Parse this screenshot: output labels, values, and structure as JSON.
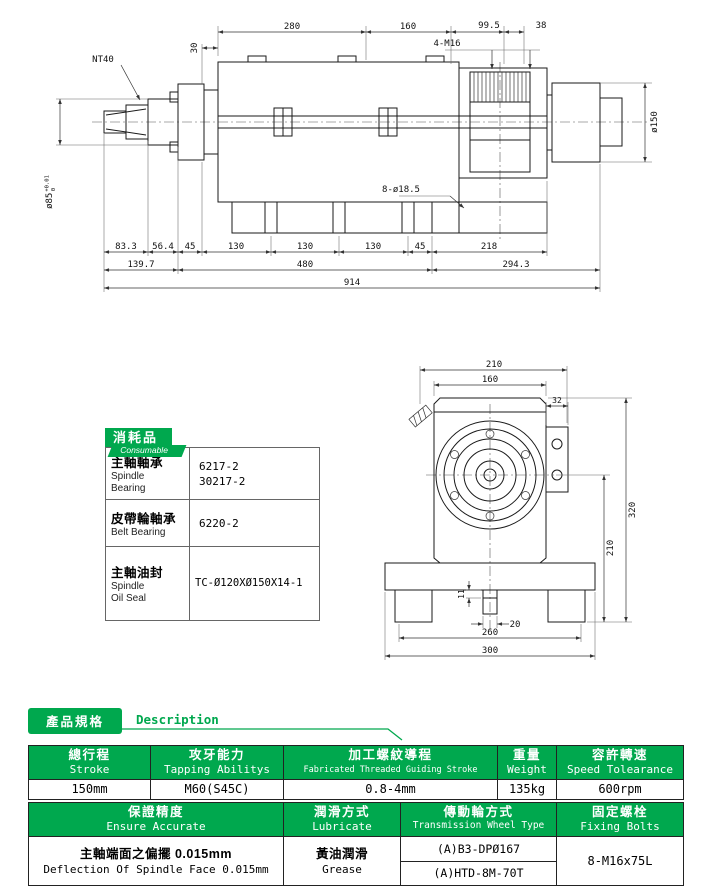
{
  "meta": {
    "accent_green": "#00a84e"
  },
  "side_view": {
    "nt40": "NT40",
    "d30": "30",
    "m16": "4-M16",
    "d85": "ø85",
    "d85_hi": "+0.01",
    "d85_lo": "0",
    "d150": "ø150",
    "holes": "8-ø18.5",
    "top": [
      "280",
      "160",
      "99.5",
      "38"
    ],
    "row1": [
      "83.3",
      "56.4",
      "45",
      "130",
      "130",
      "130",
      "45",
      "218"
    ],
    "row2": [
      "139.7",
      "480",
      "294.3"
    ],
    "total": "914"
  },
  "front_view": {
    "w210": "210",
    "w160": "160",
    "w32": "32",
    "h320": "320",
    "h210": "210",
    "h11": "11",
    "w20": "20",
    "w260": "260",
    "w300": "300"
  },
  "consumable": {
    "title": "消耗品",
    "subtitle": "Consumable",
    "rows": [
      {
        "zh": "主軸軸承",
        "en": "Spindle\nBearing",
        "val": "6217-2\n30217-2"
      },
      {
        "zh": "皮帶輪軸承",
        "en": "Belt Bearing",
        "val": "6220-2"
      },
      {
        "zh": "主軸油封",
        "en": "Spindle\nOil Seal",
        "val": "TC-Ø120XØ150X14-1"
      }
    ]
  },
  "spec": {
    "banner": "產品規格",
    "desc": "Description",
    "t1_headers": [
      {
        "zh": "總行程",
        "en": "Stroke"
      },
      {
        "zh": "攻牙能力",
        "en": "Tapping Abilitys"
      },
      {
        "zh": "加工螺紋導程",
        "en": "Fabricated Threaded Guiding Stroke"
      },
      {
        "zh": "重量",
        "en": "Weight"
      },
      {
        "zh": "容許轉速",
        "en": "Speed Tolearance"
      }
    ],
    "t1_values": [
      "150mm",
      "M60(S45C)",
      "0.8-4mm",
      "135kg",
      "600rpm"
    ],
    "t2_headers": [
      {
        "zh": "保證精度",
        "en": "Ensure Accurate"
      },
      {
        "zh": "潤滑方式",
        "en": "Lubricate"
      },
      {
        "zh": "傳動輪方式",
        "en": "Transmission Wheel Type"
      },
      {
        "zh": "固定螺栓",
        "en": "Fixing Bolts"
      }
    ],
    "t2_values": {
      "accuracy_zh": "主軸端面之偏擺 0.015mm",
      "accuracy_en": "Deflection Of Spindle Face 0.015mm",
      "lube_zh": "黃油潤滑",
      "lube_en": "Grease",
      "wheel_a": "(A)B3-DPØ167",
      "wheel_b": "(A)HTD-8M-70T",
      "bolts": "8-M16x75L"
    }
  }
}
